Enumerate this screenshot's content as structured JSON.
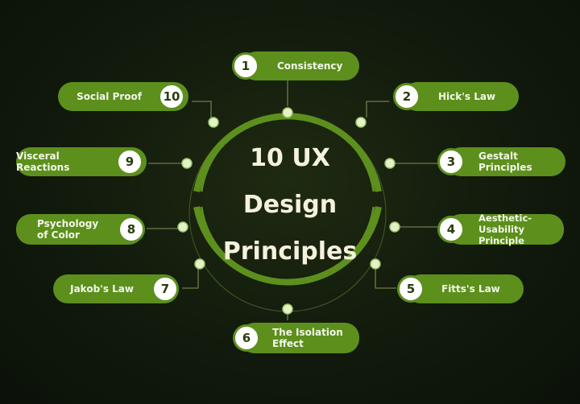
{
  "title": {
    "line1": "10 UX",
    "line2": "Design",
    "line3": "Principles"
  },
  "colors": {
    "accent": "#5d8f1d",
    "ring": "#5d8f1d",
    "dot": "#e4f2c8",
    "background": "#111a0c"
  },
  "principles": [
    {
      "number": "1",
      "label": "Consistency"
    },
    {
      "number": "2",
      "label": "Hick's Law"
    },
    {
      "number": "3",
      "label": "Gestalt Principles"
    },
    {
      "number": "4",
      "label": "Aesthetic-Usability Principle"
    },
    {
      "number": "5",
      "label": "Fitts's Law"
    },
    {
      "number": "6",
      "label": "The Isolation Effect"
    },
    {
      "number": "7",
      "label": "Jakob's Law"
    },
    {
      "number": "8",
      "label": "Psychology of Color"
    },
    {
      "number": "9",
      "label": "Visceral Reactions"
    },
    {
      "number": "10",
      "label": "Social Proof"
    }
  ]
}
